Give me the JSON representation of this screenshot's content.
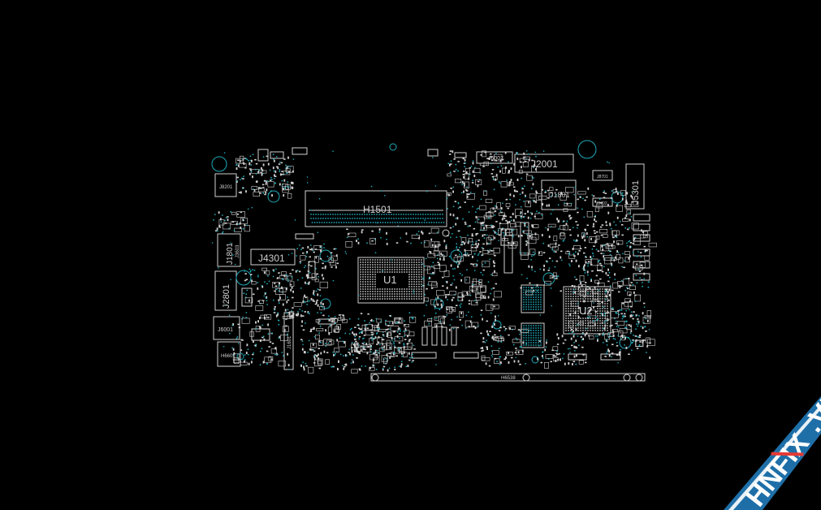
{
  "viewer": {
    "background": "#000000",
    "outline_color": "#d0d0d0",
    "pin_color": "#1fa9b8"
  },
  "board": {
    "components": [
      {
        "ref": "J8201"
      },
      {
        "ref": "H1501"
      },
      {
        "ref": "J6002"
      },
      {
        "ref": "J2001"
      },
      {
        "ref": "J8701"
      },
      {
        "ref": "U1801"
      },
      {
        "ref": "J8702"
      },
      {
        "ref": "J5301"
      },
      {
        "ref": "J1801"
      },
      {
        "ref": "J3603"
      },
      {
        "ref": "J4301"
      },
      {
        "ref": "U1"
      },
      {
        "ref": "U2"
      },
      {
        "ref": "J2801"
      },
      {
        "ref": "J6001"
      },
      {
        "ref": "H6601"
      },
      {
        "ref": "J1601"
      },
      {
        "ref": "H6538"
      }
    ]
  },
  "watermark": {
    "text_main": "HNFIX",
    "text_tld": ".VN",
    "band_color": "#1e6fa8",
    "accent_color": "#e53935"
  }
}
